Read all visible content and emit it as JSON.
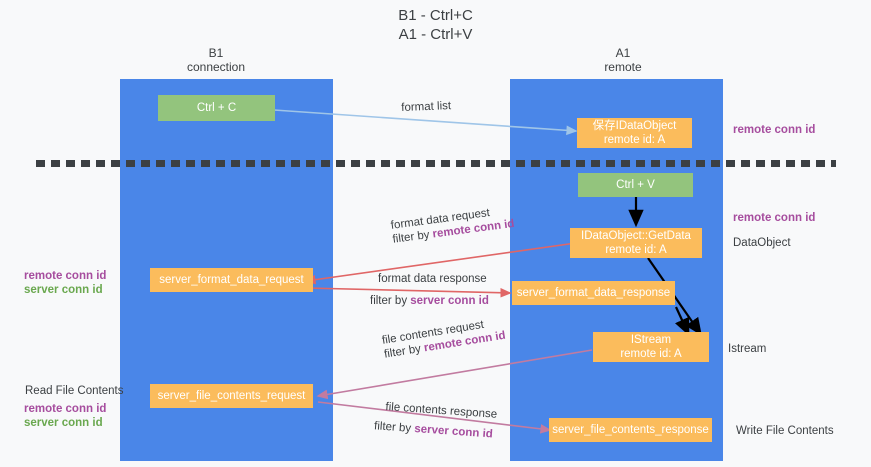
{
  "title": "B1 - Ctrl+C\nA1 - Ctrl+V",
  "columns": [
    {
      "id": "b1",
      "name": "B1",
      "role": "connection"
    },
    {
      "id": "a1",
      "name": "A1",
      "role": "remote"
    }
  ],
  "nodes": {
    "ctrl_c": {
      "label": "Ctrl + C",
      "kind": "green"
    },
    "save_idataobject": {
      "line1": "保存IDataObject",
      "line2": "remote id: A",
      "kind": "orange"
    },
    "ctrl_v": {
      "label": "Ctrl + V",
      "kind": "green"
    },
    "getdata": {
      "line1": "IDataObject::GetData",
      "line2": "remote id: A",
      "kind": "orange"
    },
    "server_format_data_request": {
      "label": "server_format_data_request",
      "kind": "orange"
    },
    "server_format_data_response": {
      "label": "server_format_data_response",
      "kind": "orange"
    },
    "istream": {
      "line1": "IStream",
      "line2": "remote id: A",
      "kind": "orange"
    },
    "server_file_contents_request": {
      "label": "server_file_contents_request",
      "kind": "orange"
    },
    "server_file_contents_response": {
      "label": "server_file_contents_response",
      "kind": "orange"
    }
  },
  "edges": [
    {
      "id": "format_list",
      "label": "format list",
      "filter": "",
      "color": "#9fc5e8"
    },
    {
      "id": "format_data_request",
      "label": "format data request",
      "filter_prefix": "filter by ",
      "filter_key": "remote conn id",
      "color": "#e06666"
    },
    {
      "id": "format_data_response",
      "label": "format data response",
      "filter_prefix": "filter by ",
      "filter_key": "server conn id",
      "color": "#e06666"
    },
    {
      "id": "file_contents_request",
      "label": "file contents request",
      "filter_prefix": "filter by ",
      "filter_key": "remote conn id",
      "color": "#c27ba0"
    },
    {
      "id": "file_contents_response",
      "label": "file contents response",
      "filter_prefix": "filter by ",
      "filter_key": "server conn id",
      "color": "#c27ba0"
    }
  ],
  "annotations": {
    "right_remote_conn_id_top": "remote conn id",
    "right_remote_conn_id_mid": "remote conn id",
    "right_dataobject": "DataObject",
    "right_istream": "Istream",
    "right_write_file_contents": "Write File Contents",
    "left_remote_conn_id_mid": "remote conn id",
    "left_server_conn_id_mid": "server conn id",
    "left_read_file_contents": "Read File Contents",
    "left_remote_conn_id_bot": "remote conn id",
    "left_server_conn_id_bot": "server conn id"
  },
  "colors": {
    "lane": "#4a86e8",
    "green_node": "#93c47d",
    "orange_node": "#fbbc5c",
    "purple_key": "#a64d9e",
    "green_key": "#6aa84f",
    "divider": "#3c4043",
    "background": "#f8f9fa"
  }
}
